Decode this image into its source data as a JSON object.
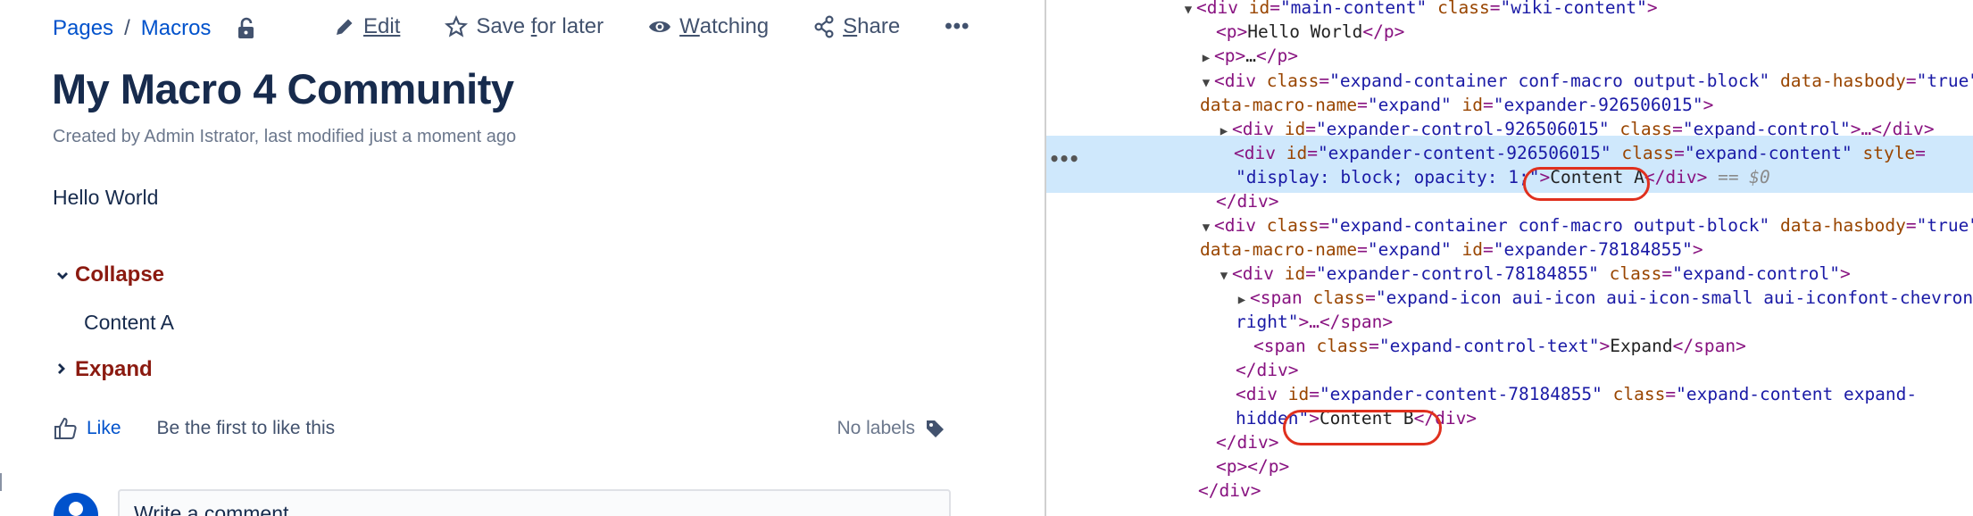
{
  "breadcrumb": {
    "pages": "Pages",
    "sep": "/",
    "macros": "Macros"
  },
  "toolbar": {
    "edit": "Edit",
    "save_pre": "Save ",
    "save_u": "f",
    "save_post": "or later",
    "watch_u": "W",
    "watch_post": "atching",
    "share_u": "S",
    "share_post": "hare",
    "more": "•••"
  },
  "page": {
    "title": "My Macro 4 Community",
    "meta": "Created by Admin Istrator, last modified just a moment ago",
    "hello": "Hello World",
    "collapse_label": "Collapse",
    "content_a": "Content A",
    "expand_label": "Expand"
  },
  "footer": {
    "like": "Like",
    "first_like": "Be the first to like this",
    "no_labels": "No labels",
    "comment_placeholder": "Write a comment..."
  },
  "devtools": {
    "l1": {
      "open": "<div ",
      "a1": "id",
      "v1": "\"main-content\"",
      "a2": "class",
      "v2": "\"wiki-content\"",
      "close": ">"
    },
    "l2": {
      "open": "<p>",
      "text": "Hello World",
      "close": "</p>"
    },
    "l3": {
      "open": "<p>",
      "dots": "…",
      "close": "</p>"
    },
    "l4": {
      "open": "<div ",
      "a1": "class",
      "v1": "\"expand-container conf-macro output-block\"",
      "a2": "data-hasbody",
      "v2": "\"true\""
    },
    "l5": {
      "a1": "data-macro-name",
      "v1": "\"expand\"",
      "a2": "id",
      "v2": "\"expander-926506015\"",
      "close": ">"
    },
    "l6": {
      "open": "<div ",
      "a1": "id",
      "v1": "\"expander-control-926506015\"",
      "a2": "class",
      "v2": "\"expand-control\"",
      "mid": ">…",
      "close": "</div>"
    },
    "l7": {
      "open": "<div ",
      "a1": "id",
      "v1": "\"expander-content-926506015\"",
      "a2": "class",
      "v2": "\"expand-content\"",
      "a3": "style",
      "eq": "="
    },
    "l8": {
      "v1": "\"display: block; opacity: 1;\"",
      "gt": ">",
      "text": "Content A",
      "close": "</div>",
      "marker": " == $0"
    },
    "l9": {
      "close": "</div>"
    },
    "l10": {
      "open": "<div ",
      "a1": "class",
      "v1": "\"expand-container conf-macro output-block\"",
      "a2": "data-hasbody",
      "v2": "\"true\""
    },
    "l11": {
      "a1": "data-macro-name",
      "v1": "\"expand\"",
      "a2": "id",
      "v2": "\"expander-78184855\"",
      "close": ">"
    },
    "l12": {
      "open": "<div ",
      "a1": "id",
      "v1": "\"expander-control-78184855\"",
      "a2": "class",
      "v2": "\"expand-control\"",
      "close": ">"
    },
    "l13": {
      "open": "<span ",
      "a1": "class",
      "v1": "\"expand-icon aui-icon aui-icon-small aui-iconfont-chevron-"
    },
    "l14": {
      "v1": "right\"",
      "mid": ">…",
      "close": "</span>"
    },
    "l15": {
      "open": "<span ",
      "a1": "class",
      "v1": "\"expand-control-text\"",
      "gt": ">",
      "text": "Expand",
      "close": "</span>"
    },
    "l16": {
      "close": "</div>"
    },
    "l17": {
      "open": "<div ",
      "a1": "id",
      "v1": "\"expander-content-78184855\"",
      "a2": "class",
      "v2": "\"expand-content expand-"
    },
    "l18": {
      "v1": "hidden\"",
      "gt": ">",
      "text": "Content B",
      "close": "</div>"
    },
    "l19": {
      "close": "</div>"
    },
    "l20": {
      "open": "<p>",
      "close": "</p>"
    },
    "l21": {
      "close": "</div>"
    }
  },
  "colors": {
    "link": "#0052cc",
    "expand_text": "#8b1a10",
    "highlight": "#cfe8fc",
    "annotation_ring": "#e0301e"
  },
  "icons": [
    "unlock-icon",
    "pencil-icon",
    "star-icon",
    "eye-icon",
    "share-icon",
    "chevron-down-icon",
    "chevron-right-icon",
    "thumbs-up-icon",
    "tag-icon",
    "user-avatar-icon",
    "triangle-expand-icon"
  ]
}
